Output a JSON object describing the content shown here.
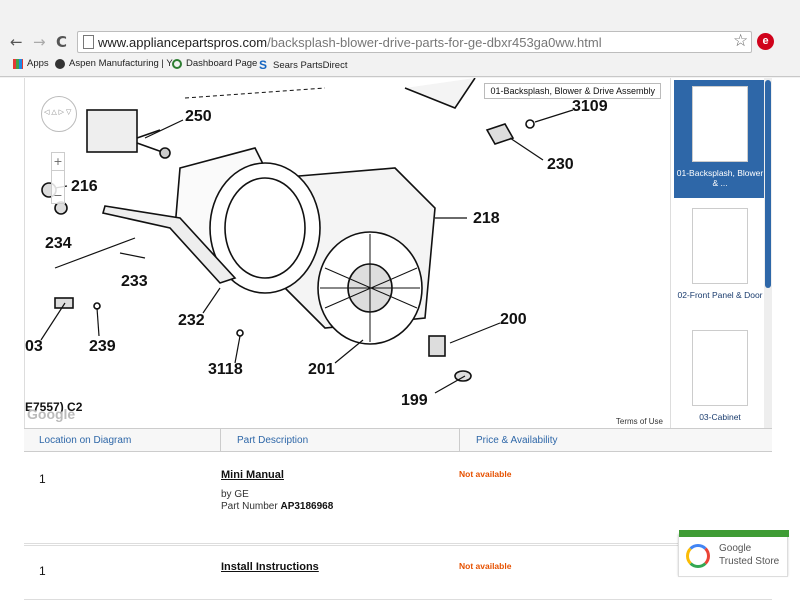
{
  "browser": {
    "nav_back": "←",
    "nav_forward": "→",
    "nav_reload": "C",
    "url_host": "www.appliancepartspros.com",
    "url_path": "/backsplash-blower-drive-parts-for-ge-dbxr453ga0ww.html",
    "star": "☆",
    "ext_label": "e"
  },
  "bookmarks": [
    {
      "label": "Apps"
    },
    {
      "label": "Aspen Manufacturing | Y"
    },
    {
      "label": "Dashboard Page"
    },
    {
      "label": "Sears PartsDirect"
    }
  ],
  "diagram": {
    "title": "01-Backsplash, Blower & Drive Assembly",
    "labels": [
      "250",
      "3109",
      "230",
      "216",
      "218",
      "234",
      "233",
      "232",
      "200",
      "03",
      "239",
      "3118",
      "201",
      "199",
      "E7557) C2"
    ],
    "terms": "Terms of Use",
    "watermark": "Google",
    "pan_arrows": "◁ △ ▷ ▽",
    "zoom_in": "+",
    "zoom_out": "−"
  },
  "thumbnails": [
    {
      "label": "01-Backsplash, Blower & ...",
      "active": true
    },
    {
      "label": "02-Front Panel & Door",
      "active": false
    },
    {
      "label": "03-Cabinet",
      "active": false
    }
  ],
  "table": {
    "headers": [
      "Location on Diagram",
      "Part Description",
      "Price & Availability"
    ],
    "rows": [
      {
        "location": "1",
        "title": "Mini Manual",
        "by": "by GE",
        "part_prefix": "Part Number ",
        "part_number": "AP3186968",
        "availability": "Not available"
      },
      {
        "location": "1",
        "title": "Install Instructions",
        "availability": "Not available"
      }
    ]
  },
  "trusted_store": {
    "line1": "Google",
    "line2": "Trusted Store",
    "chevron": "^"
  }
}
